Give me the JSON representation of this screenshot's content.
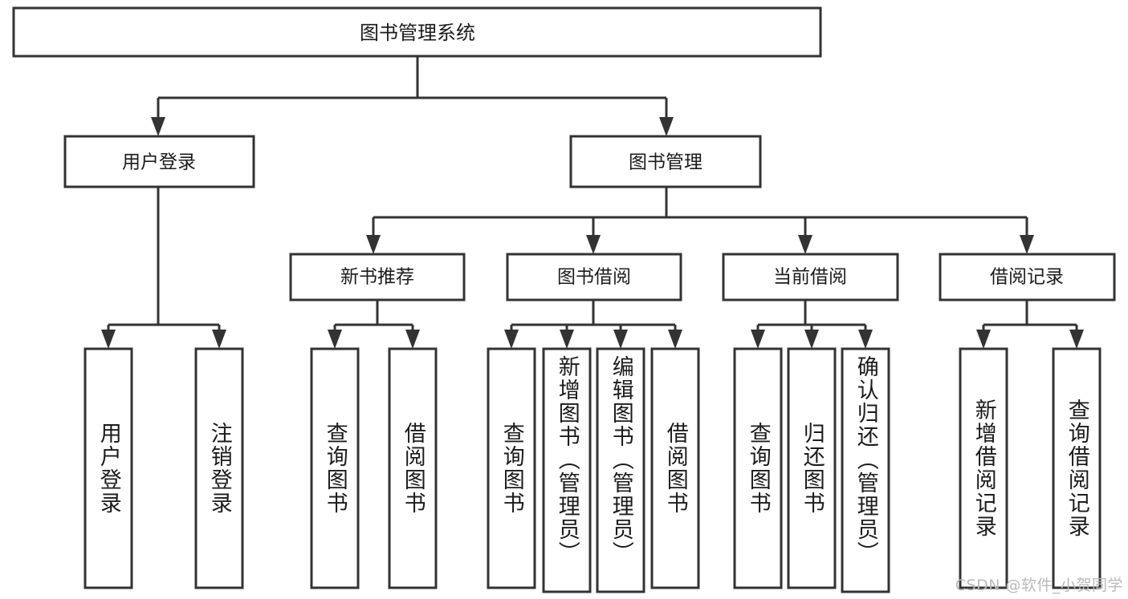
{
  "diagram": {
    "type": "tree-hierarchy-flowchart",
    "title": "图书管理系统",
    "watermark": "CSDN @软件_小贺同学",
    "colors": {
      "background": "#ffffff",
      "stroke": "#333333",
      "node_fill": "#ffffff",
      "text": "#1b1b1b",
      "watermark": "#b9b9b9"
    },
    "levels": {
      "root": {
        "label": "图书管理系统"
      },
      "level2": [
        {
          "id": "user-login",
          "label": "用户登录"
        },
        {
          "id": "book-manage",
          "label": "图书管理"
        }
      ],
      "level3": [
        {
          "id": "new-book-recommend",
          "label": "新书推荐",
          "parent": "book-manage"
        },
        {
          "id": "book-borrow",
          "label": "图书借阅",
          "parent": "book-manage"
        },
        {
          "id": "current-borrow",
          "label": "当前借阅",
          "parent": "book-manage"
        },
        {
          "id": "borrow-record",
          "label": "借阅记录",
          "parent": "book-manage"
        }
      ],
      "leaves": [
        {
          "id": "leaf-user-login",
          "label": "用户登录",
          "parent": "user-login"
        },
        {
          "id": "leaf-logout-login",
          "label": "注销登录",
          "parent": "user-login"
        },
        {
          "id": "leaf-query-book-1",
          "label": "查询图书",
          "parent": "new-book-recommend"
        },
        {
          "id": "leaf-borrow-book-1",
          "label": "借阅图书",
          "parent": "new-book-recommend"
        },
        {
          "id": "leaf-query-book-2",
          "label": "查询图书",
          "parent": "book-borrow"
        },
        {
          "id": "leaf-add-book",
          "label": "新增图书（管理员）",
          "parent": "book-borrow"
        },
        {
          "id": "leaf-edit-book",
          "label": "编辑图书（管理员）",
          "parent": "book-borrow"
        },
        {
          "id": "leaf-borrow-book-2",
          "label": "借阅图书",
          "parent": "book-borrow"
        },
        {
          "id": "leaf-query-book-3",
          "label": "查询图书",
          "parent": "current-borrow"
        },
        {
          "id": "leaf-return-book",
          "label": "归还图书",
          "parent": "current-borrow"
        },
        {
          "id": "leaf-confirm-return",
          "label": "确认归还（管理员）",
          "parent": "current-borrow"
        },
        {
          "id": "leaf-add-record",
          "label": "新增借阅记录",
          "parent": "borrow-record"
        },
        {
          "id": "leaf-query-record",
          "label": "查询借阅记录",
          "parent": "borrow-record"
        }
      ]
    }
  }
}
